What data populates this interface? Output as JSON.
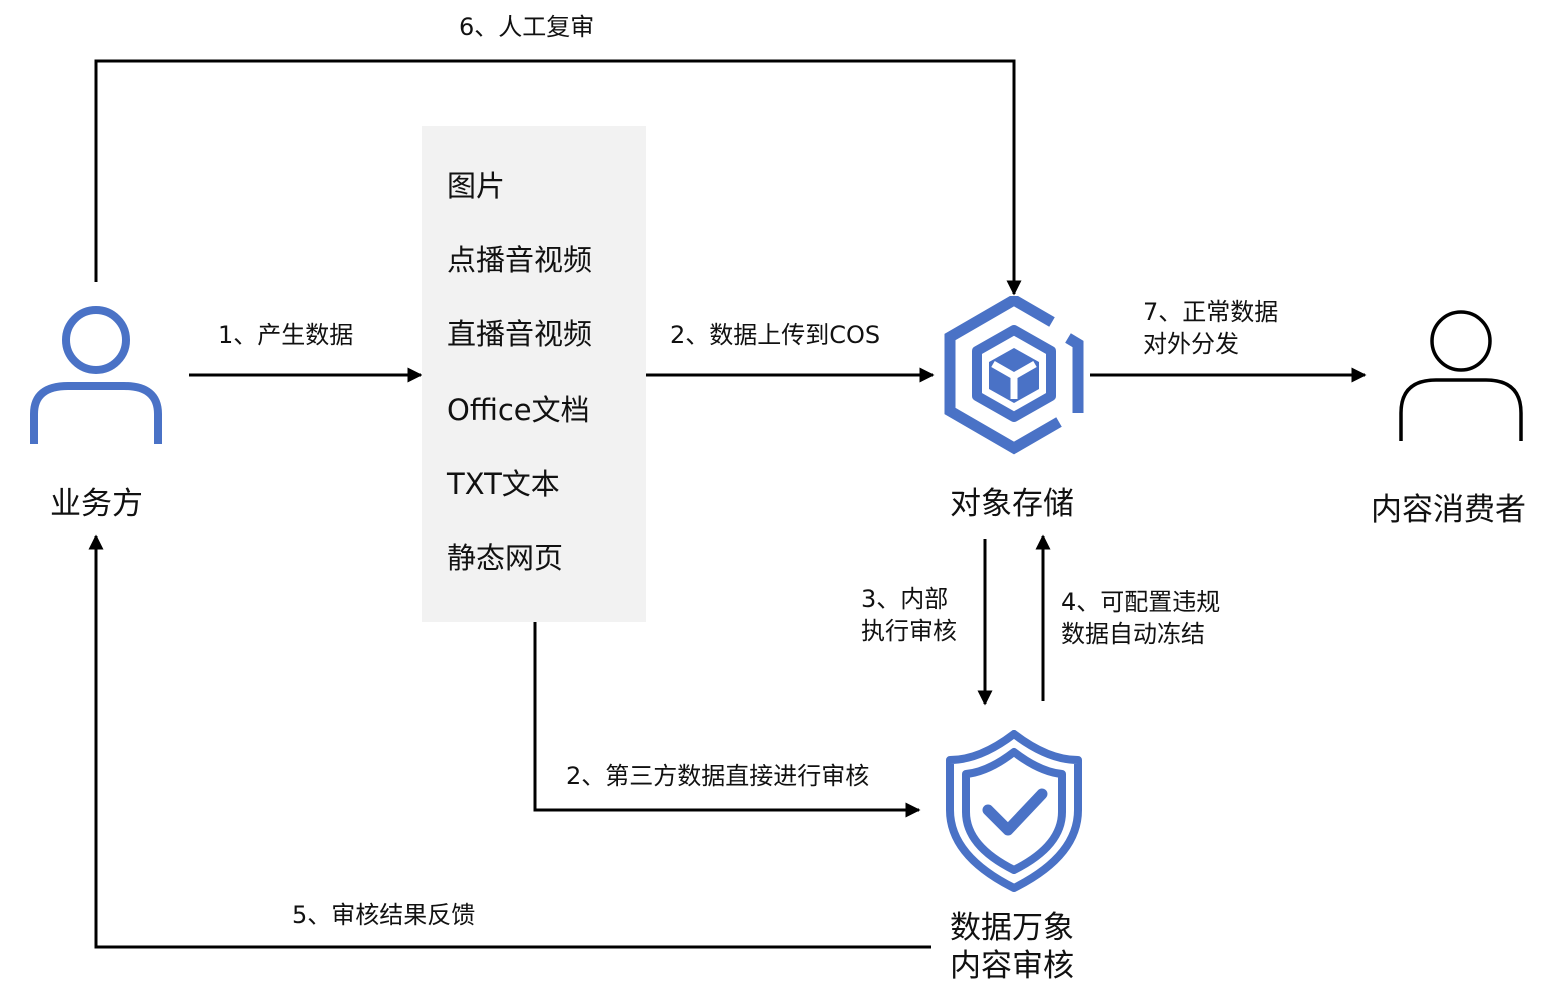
{
  "nodes": {
    "business": "业务方",
    "storage": "对象存储",
    "consumer": "内容消费者",
    "audit_line1": "数据万象",
    "audit_line2": "内容审核"
  },
  "data_types": [
    "图片",
    "点播音视频",
    "直播音视频",
    "Office文档",
    "TXT文本",
    "静态网页"
  ],
  "edges": {
    "e1": "1、产生数据",
    "e2_upload": "2、数据上传到COS",
    "e2_thirdparty": "2、第三方数据直接进行审核",
    "e3_line1": "3、内部",
    "e3_line2": "执行审核",
    "e4_line1": "4、可配置违规",
    "e4_line2": "数据自动冻结",
    "e5": "5、审核结果反馈",
    "e6": "6、人工复审",
    "e7_line1": "7、正常数据",
    "e7_line2": "对外分发"
  },
  "icons": {
    "business": "user-icon",
    "storage": "cube-hexagon-icon",
    "audit": "shield-check-icon",
    "consumer": "user-outline-icon"
  },
  "colors": {
    "accent": "#4a72c6",
    "line": "#000000",
    "box": "#f2f2f2"
  }
}
